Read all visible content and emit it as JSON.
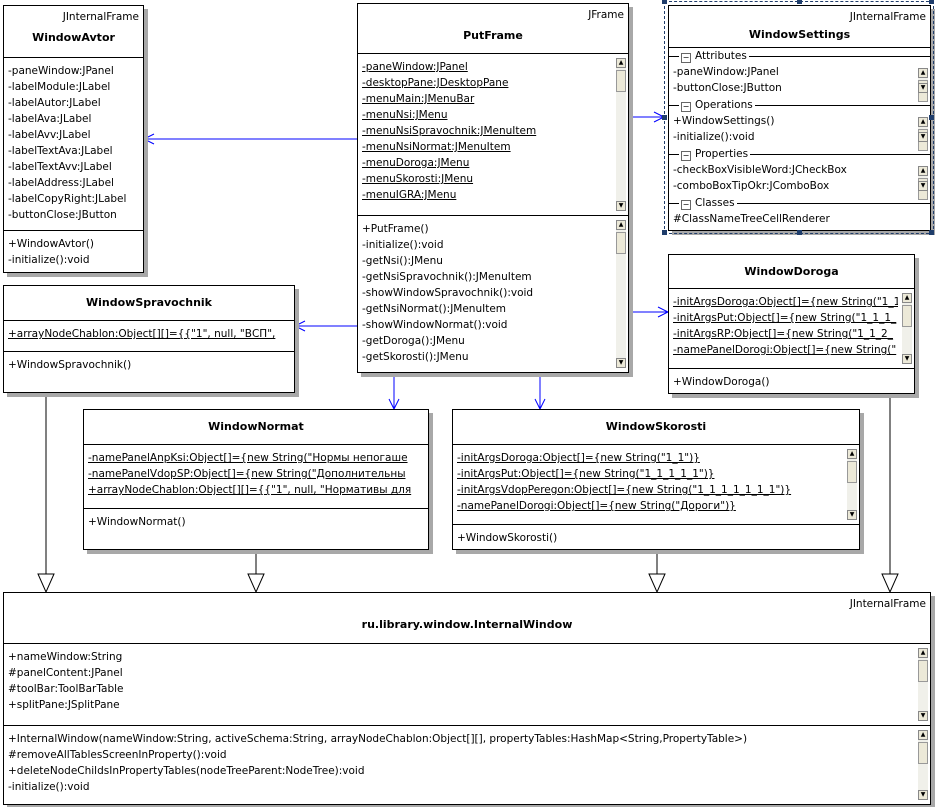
{
  "classes": [
    {
      "id": "WindowAvtor",
      "stereotype": "JInternalFrame",
      "name": "WindowAvtor",
      "sections": [
        {
          "items": [
            {
              "t": "-paneWindow:JPanel"
            },
            {
              "t": "-labelModule:JLabel"
            },
            {
              "t": "-labelAutor:JLabel"
            },
            {
              "t": "-labelAva:JLabel"
            },
            {
              "t": "-labelAvv:JLabel"
            },
            {
              "t": "-labelTextAva:JLabel"
            },
            {
              "t": "-labelTextAvv:JLabel"
            },
            {
              "t": "-labelAddress:JLabel"
            },
            {
              "t": "-labelCopyRight:JLabel"
            },
            {
              "t": "-buttonClose:JButton"
            }
          ]
        },
        {
          "items": [
            {
              "t": "+WindowAvtor()"
            },
            {
              "t": "-initialize():void"
            }
          ]
        }
      ]
    },
    {
      "id": "PutFrame",
      "stereotype": "JFrame",
      "name": "PutFrame",
      "sections": [
        {
          "scroll": true,
          "items": [
            {
              "t": "-paneWindow:JPanel",
              "u": true
            },
            {
              "t": "-desktopPane:JDesktopPane",
              "u": true
            },
            {
              "t": "-menuMain:JMenuBar",
              "u": true
            },
            {
              "t": "-menuNsi:JMenu",
              "u": true
            },
            {
              "t": "-menuNsiSpravochnik:JMenuItem",
              "u": true
            },
            {
              "t": "-menuNsiNormat:JMenuItem",
              "u": true
            },
            {
              "t": "-menuDoroga:JMenu",
              "u": true
            },
            {
              "t": "-menuSkorosti:JMenu",
              "u": true
            },
            {
              "t": "-menuIGRA:JMenu",
              "u": true
            }
          ]
        },
        {
          "scroll": true,
          "items": [
            {
              "t": "+PutFrame()"
            },
            {
              "t": "-initialize():void"
            },
            {
              "t": "-getNsi():JMenu"
            },
            {
              "t": "-getNsiSpravochnik():JMenuItem"
            },
            {
              "t": "-showWindowSpravochnik():void"
            },
            {
              "t": "-getNsiNormat():JMenuItem"
            },
            {
              "t": "-showWindowNormat():void"
            },
            {
              "t": "-getDoroga():JMenu"
            },
            {
              "t": "-getSkorosti():JMenu"
            }
          ]
        }
      ]
    },
    {
      "id": "WindowSettings",
      "stereotype": "JInternalFrame",
      "name": "WindowSettings",
      "selected": true,
      "groups": [
        {
          "title": "Attributes",
          "scroll": true,
          "items": [
            {
              "t": "-paneWindow:JPanel"
            },
            {
              "t": "-buttonClose:JButton"
            }
          ]
        },
        {
          "title": "Operations",
          "scroll": true,
          "items": [
            {
              "t": "+WindowSettings()"
            },
            {
              "t": "-initialize():void"
            }
          ]
        },
        {
          "title": "Properties",
          "scroll": true,
          "items": [
            {
              "t": "-checkBoxVisibleWord:JCheckBox"
            },
            {
              "t": "-comboBoxTipOkr:JComboBox"
            }
          ]
        },
        {
          "title": "Classes",
          "items": [
            {
              "t": "#ClassNameTreeCellRenderer"
            }
          ]
        }
      ]
    },
    {
      "id": "WindowSpravochnik",
      "stereotype": "",
      "name": "WindowSpravochnik",
      "sections": [
        {
          "items": [
            {
              "t": "+arrayNodeChablon:Object[][]={{\"1\", null, \"ВСП\",",
              "u": true
            }
          ]
        },
        {
          "items": [
            {
              "t": "+WindowSpravochnik()"
            }
          ]
        }
      ]
    },
    {
      "id": "WindowDoroga",
      "stereotype": "",
      "name": "WindowDoroga",
      "sections": [
        {
          "scroll": true,
          "items": [
            {
              "t": "-initArgsDoroga:Object[]={new String(\"1_1",
              "u": true
            },
            {
              "t": "-initArgsPut:Object[]={new String(\"1_1_1_",
              "u": true
            },
            {
              "t": "-initArgsRP:Object[]={new String(\"1_1_2_",
              "u": true
            },
            {
              "t": "-namePanelDorogi:Object[]={new String(\"",
              "u": true
            }
          ]
        },
        {
          "items": [
            {
              "t": "+WindowDoroga()"
            }
          ]
        }
      ]
    },
    {
      "id": "WindowNormat",
      "stereotype": "",
      "name": "WindowNormat",
      "sections": [
        {
          "items": [
            {
              "t": "-namePanelAnpKsi:Object[]={new String(\"Нормы непогаше",
              "u": true
            },
            {
              "t": "-namePanelVdopSP:Object[]={new String(\"Дополнительны",
              "u": true
            },
            {
              "t": "+arrayNodeChablon:Object[][]={{\"1\", null, \"Нормативы для",
              "u": true
            }
          ]
        },
        {
          "items": [
            {
              "t": "+WindowNormat()"
            }
          ]
        }
      ]
    },
    {
      "id": "WindowSkorosti",
      "stereotype": "",
      "name": "WindowSkorosti",
      "sections": [
        {
          "scroll": true,
          "items": [
            {
              "t": "-initArgsDoroga:Object[]={new String(\"1_1\")}",
              "u": true
            },
            {
              "t": "-initArgsPut:Object[]={new String(\"1_1_1_1_1\")}",
              "u": true
            },
            {
              "t": "-initArgsVdopPeregon:Object[]={new String(\"1_1_1_1_1_1_1\")}",
              "u": true
            },
            {
              "t": "-namePanelDorogi:Object[]={new String(\"Дороги\")}",
              "u": true
            }
          ]
        },
        {
          "items": [
            {
              "t": "+WindowSkorosti()"
            }
          ]
        }
      ]
    },
    {
      "id": "InternalWindow",
      "stereotype": "JInternalFrame",
      "name": "ru.library.window.InternalWindow",
      "sections": [
        {
          "scroll": true,
          "items": [
            {
              "t": "+nameWindow:String"
            },
            {
              "t": "#panelContent:JPanel"
            },
            {
              "t": "#toolBar:ToolBarTable"
            },
            {
              "t": "+splitPane:JSplitPane"
            }
          ]
        },
        {
          "scroll": true,
          "items": [
            {
              "t": "+InternalWindow(nameWindow:String, activeSchema:String, arrayNodeChablon:Object[][], propertyTables:HashMap<String,PropertyTable>)"
            },
            {
              "t": "#removeAllTablesScreenInProperty():void"
            },
            {
              "t": "+deleteNodeChildsInPropertyTables(nodeTreeParent:NodeTree):void"
            },
            {
              "t": "-initialize():void"
            }
          ]
        }
      ]
    }
  ],
  "relations": [
    {
      "type": "association",
      "from": "PutFrame",
      "to": "WindowAvtor"
    },
    {
      "type": "association",
      "from": "PutFrame",
      "to": "WindowSettings"
    },
    {
      "type": "association",
      "from": "PutFrame",
      "to": "WindowSpravochnik"
    },
    {
      "type": "association",
      "from": "PutFrame",
      "to": "WindowDoroga"
    },
    {
      "type": "association",
      "from": "PutFrame",
      "to": "WindowNormat"
    },
    {
      "type": "association",
      "from": "PutFrame",
      "to": "WindowSkorosti"
    },
    {
      "type": "generalization",
      "from": "WindowSpravochnik",
      "to": "InternalWindow"
    },
    {
      "type": "generalization",
      "from": "WindowNormat",
      "to": "InternalWindow"
    },
    {
      "type": "generalization",
      "from": "WindowSkorosti",
      "to": "InternalWindow"
    },
    {
      "type": "generalization",
      "from": "WindowDoroga",
      "to": "InternalWindow"
    }
  ],
  "colors": {
    "association": "#0000ff",
    "generalization": "#000000",
    "selection": "#1f3d6b"
  },
  "icons": {
    "collapse": "minus-box-icon",
    "scroll_up": "arrow-up-icon",
    "scroll_down": "arrow-down-icon"
  }
}
